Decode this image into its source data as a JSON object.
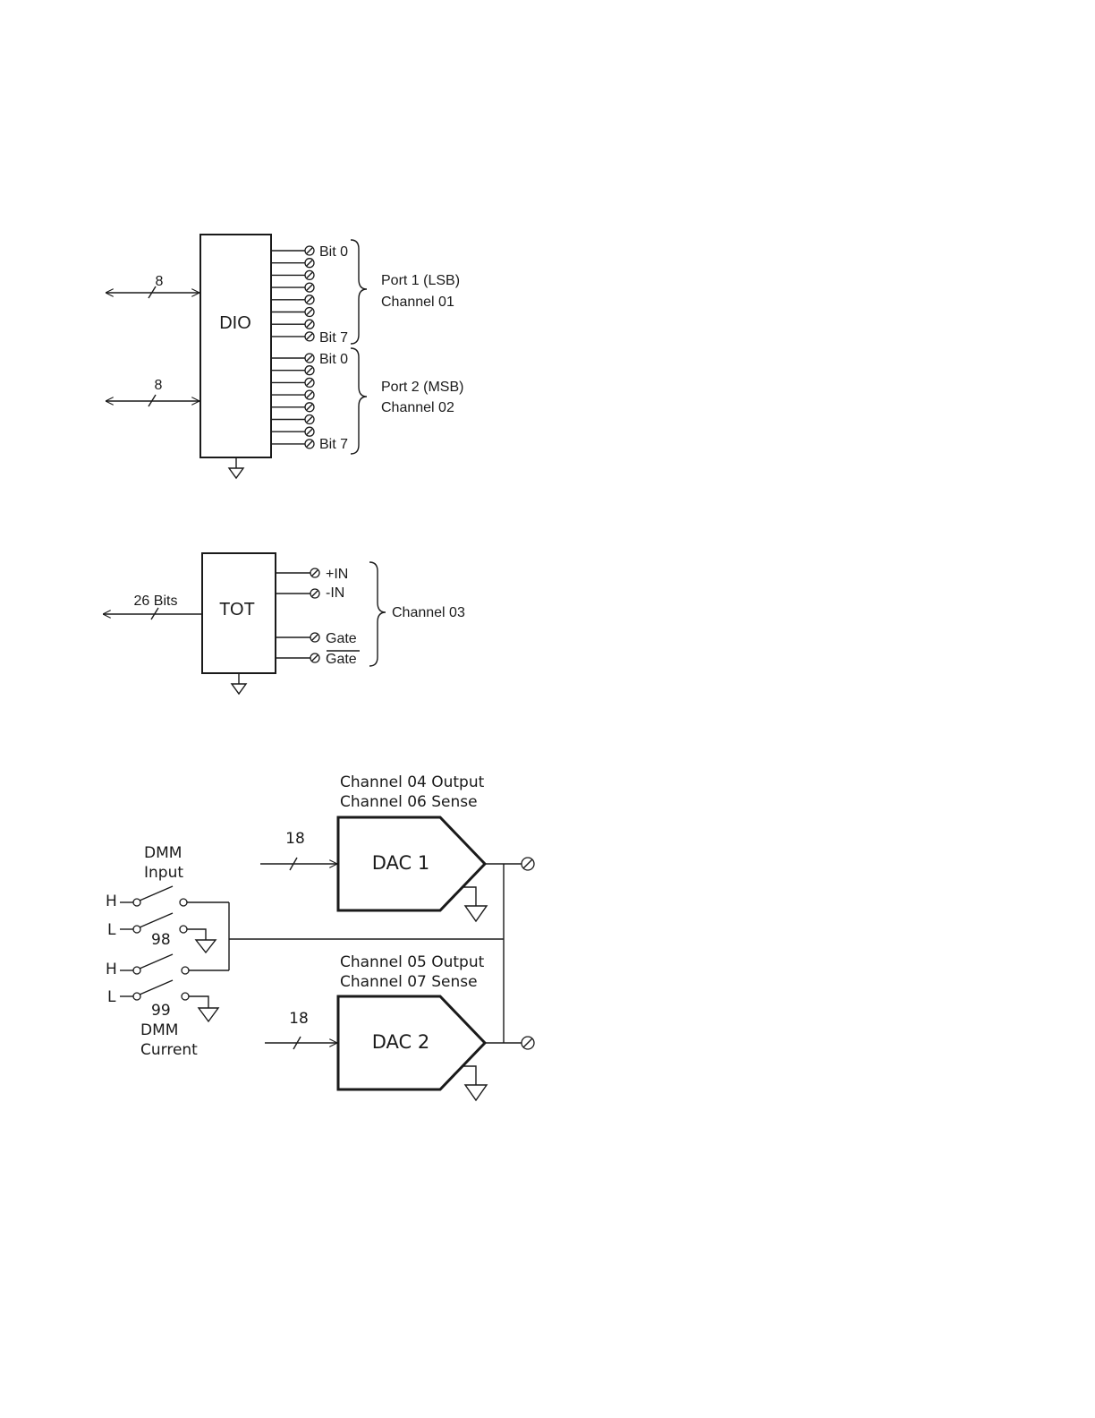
{
  "dio": {
    "block_label": "DIO",
    "bus_width_1": "8",
    "bus_width_2": "8",
    "port1": {
      "first_bit": "Bit 0",
      "last_bit": "Bit 7",
      "name": "Port 1 (LSB)",
      "channel": "Channel 01"
    },
    "port2": {
      "first_bit": "Bit 0",
      "last_bit": "Bit 7",
      "name": "Port 2 (MSB)",
      "channel": "Channel 02"
    }
  },
  "tot": {
    "block_label": "TOT",
    "bus_label": "26 Bits",
    "terminals": [
      "+IN",
      "-IN",
      "Gate",
      "Gate"
    ],
    "gate_bar_terminal_index": 3,
    "channel": "Channel 03"
  },
  "dac": {
    "dac1": {
      "block_label": "DAC 1",
      "bus_width": "18",
      "output_channel": "Channel 04 Output",
      "sense_channel": "Channel 06 Sense"
    },
    "dac2": {
      "block_label": "DAC 2",
      "bus_width": "18",
      "output_channel": "Channel 05 Output",
      "sense_channel": "Channel 07 Sense"
    },
    "dmm_input": {
      "line1": "DMM",
      "line2": "Input",
      "high": "H",
      "low": "L",
      "switch_number": "98"
    },
    "dmm_current": {
      "line1": "DMM",
      "line2": "Current",
      "high": "H",
      "low": "L",
      "switch_number": "99"
    }
  },
  "colors": {
    "ink": "#1a1a1a",
    "background": "#ffffff"
  }
}
